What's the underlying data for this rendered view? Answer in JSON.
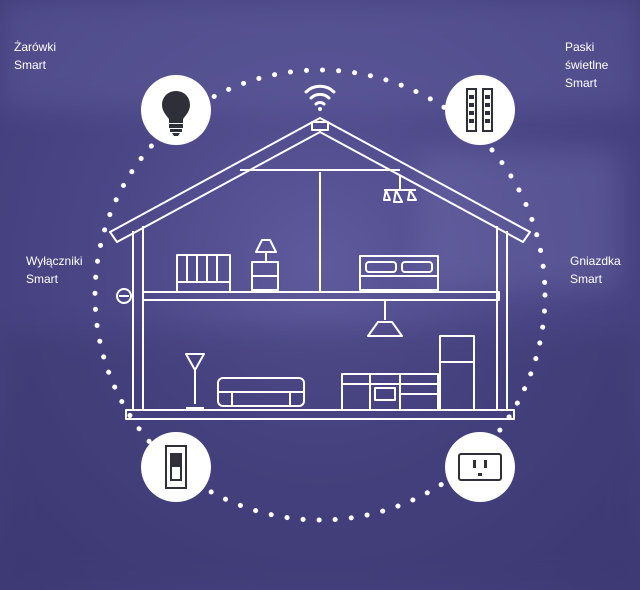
{
  "labels": {
    "bulbs": "Żarówki\nSmart",
    "strips": "Paski\nświetlne\nSmart",
    "switches": "Wyłączniki\nSmart",
    "socket": "Gniazdka\nSmart"
  },
  "icons": {
    "bulbs": "light-bulb-icon",
    "strips": "light-strip-icon",
    "switches": "light-switch-icon",
    "socket": "power-outlet-icon",
    "hub": "wifi-icon"
  },
  "colors": {
    "background": "#4c4888",
    "line": "#ffffff",
    "icon": "#2f2f3a"
  }
}
